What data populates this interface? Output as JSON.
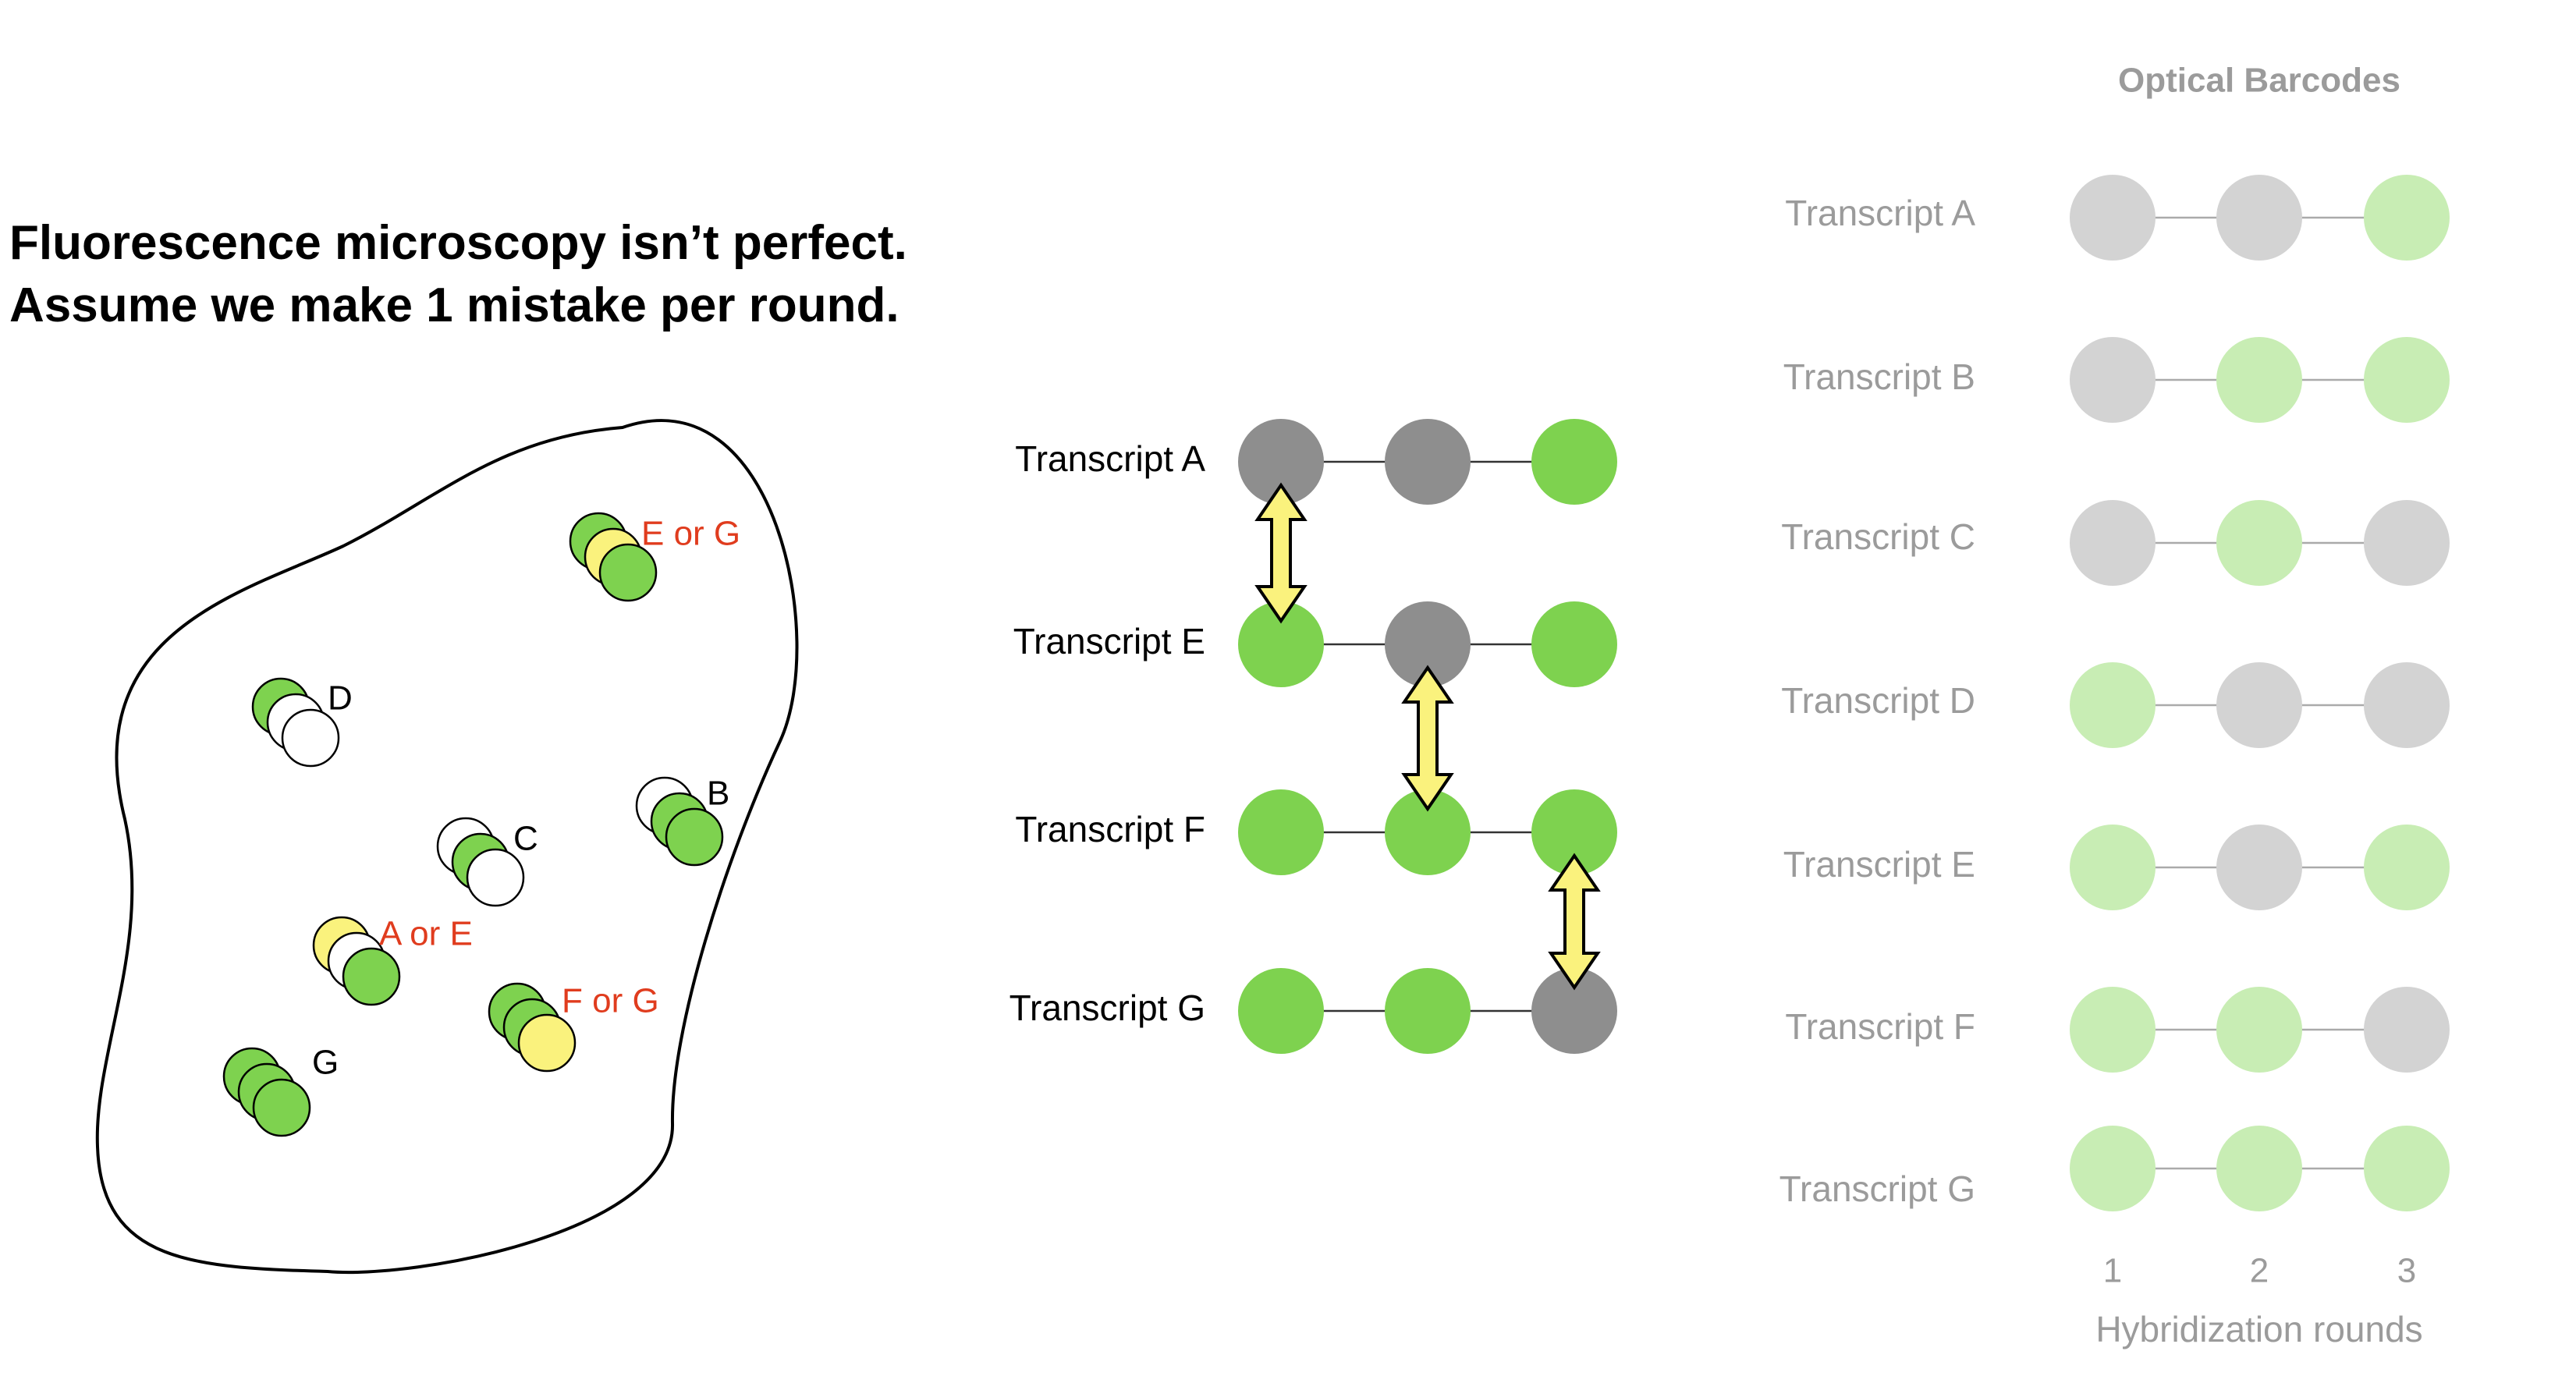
{
  "headline": {
    "line1": "Fluorescence microscopy isn’t perfect.",
    "line2": "Assume we make 1 mistake per round."
  },
  "colors": {
    "green": "#7ED24F",
    "light_green": "#C8EDB4",
    "yellow": "#FAF27D",
    "white": "#FFFFFF",
    "dark_gray": "#8E8E8E",
    "light_gray": "#D3D3D3",
    "red_label": "#E03C1E",
    "gray_text": "#9B9B9B"
  },
  "cell": {
    "spots": [
      {
        "label": "E or G",
        "ambiguous": true,
        "rounds": [
          "green",
          "yellow",
          "green"
        ]
      },
      {
        "label": "D",
        "ambiguous": false,
        "rounds": [
          "green",
          "white",
          "white"
        ]
      },
      {
        "label": "B",
        "ambiguous": false,
        "rounds": [
          "white",
          "green",
          "green"
        ]
      },
      {
        "label": "C",
        "ambiguous": false,
        "rounds": [
          "white",
          "green",
          "white"
        ]
      },
      {
        "label": "A or E",
        "ambiguous": true,
        "rounds": [
          "yellow",
          "white",
          "green"
        ]
      },
      {
        "label": "F or G",
        "ambiguous": true,
        "rounds": [
          "green",
          "green",
          "yellow"
        ]
      },
      {
        "label": "G",
        "ambiguous": false,
        "rounds": [
          "green",
          "green",
          "green"
        ]
      }
    ]
  },
  "errors": {
    "rows": [
      {
        "label": "Transcript A",
        "rounds": [
          "dark_gray",
          "dark_gray",
          "green"
        ]
      },
      {
        "label": "Transcript E",
        "rounds": [
          "green",
          "dark_gray",
          "green"
        ]
      },
      {
        "label": "Transcript F",
        "rounds": [
          "green",
          "green",
          "green"
        ]
      },
      {
        "label": "Transcript G",
        "rounds": [
          "green",
          "green",
          "dark_gray"
        ]
      }
    ],
    "swaps": [
      {
        "between": [
          "Transcript A",
          "Transcript E"
        ],
        "round": 1
      },
      {
        "between": [
          "Transcript E",
          "Transcript F"
        ],
        "round": 2
      },
      {
        "between": [
          "Transcript F",
          "Transcript G"
        ],
        "round": 3
      }
    ]
  },
  "barcodes": {
    "title": "Optical Barcodes",
    "rows": [
      {
        "label": "Transcript A",
        "rounds": [
          "gray",
          "gray",
          "green"
        ]
      },
      {
        "label": "Transcript B",
        "rounds": [
          "gray",
          "green",
          "green"
        ]
      },
      {
        "label": "Transcript C",
        "rounds": [
          "gray",
          "green",
          "gray"
        ]
      },
      {
        "label": "Transcript D",
        "rounds": [
          "green",
          "gray",
          "gray"
        ]
      },
      {
        "label": "Transcript E",
        "rounds": [
          "green",
          "gray",
          "green"
        ]
      },
      {
        "label": "Transcript F",
        "rounds": [
          "green",
          "green",
          "gray"
        ]
      },
      {
        "label": "Transcript G",
        "rounds": [
          "green",
          "green",
          "green"
        ]
      }
    ],
    "round_numbers": [
      "1",
      "2",
      "3"
    ],
    "xlabel": "Hybridization rounds"
  }
}
